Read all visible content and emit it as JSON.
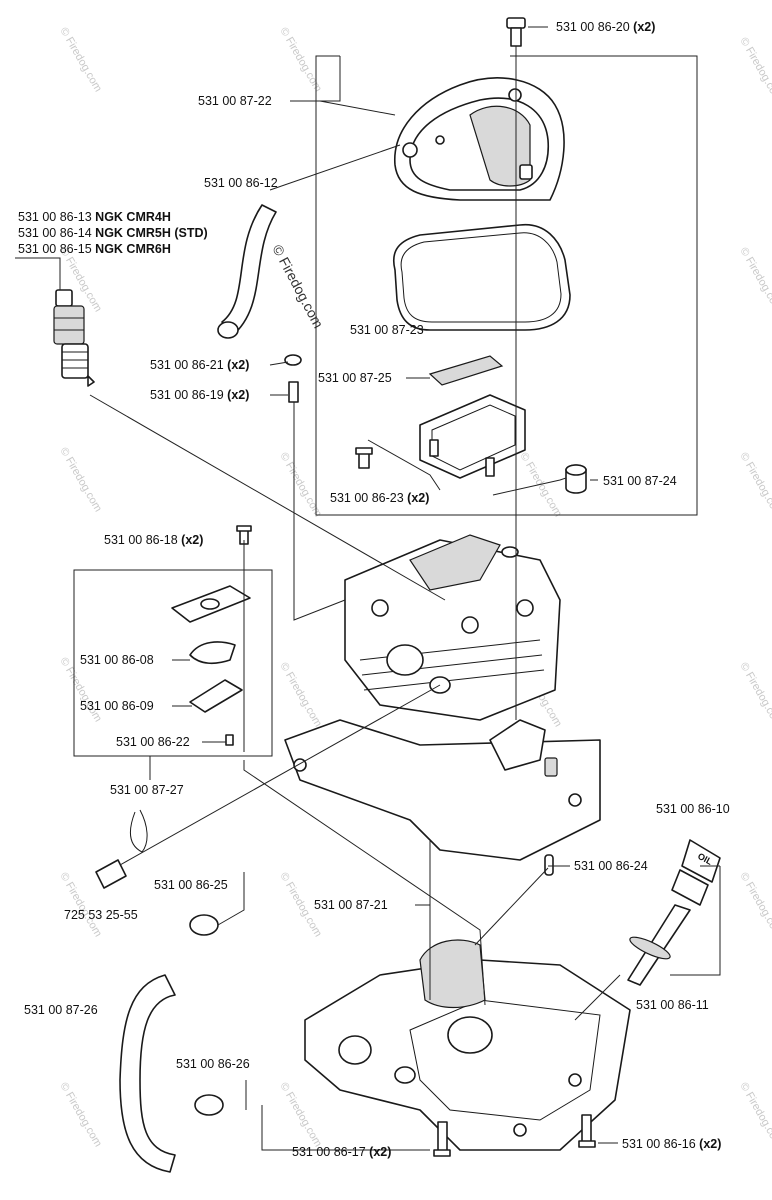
{
  "watermark": {
    "text": "© Firedog.com",
    "center_text": "© Firedog.com"
  },
  "callouts": {
    "c01": {
      "part": "531 00 86-20",
      "qty": "(x2)"
    },
    "c02": {
      "part": "531 00 87-22",
      "qty": ""
    },
    "c03": {
      "part": "531 00 86-12",
      "qty": ""
    },
    "c04": {
      "part": "531 00 87-23",
      "qty": ""
    },
    "c05": {
      "part": "531 00 86-21",
      "qty": "(x2)"
    },
    "c06": {
      "part": "531 00 86-19",
      "qty": "(x2)"
    },
    "c07": {
      "part": "531 00 87-25",
      "qty": ""
    },
    "c08": {
      "part": "531 00 86-23",
      "qty": "(x2)"
    },
    "c09": {
      "part": "531 00 87-24",
      "qty": ""
    },
    "c10": {
      "part": "531 00 86-18",
      "qty": "(x2)"
    },
    "c11": {
      "part": "531 00 86-08",
      "qty": ""
    },
    "c12": {
      "part": "531 00 86-09",
      "qty": ""
    },
    "c13": {
      "part": "531 00 86-22",
      "qty": ""
    },
    "c14": {
      "part": "531 00 87-27",
      "qty": ""
    },
    "c15": {
      "part": "531 00 86-10",
      "qty": ""
    },
    "c16": {
      "part": "531 00 86-25",
      "qty": ""
    },
    "c17": {
      "part": "725 53 25-55",
      "qty": ""
    },
    "c18": {
      "part": "531 00 86-24",
      "qty": ""
    },
    "c19": {
      "part": "531 00 87-21",
      "qty": ""
    },
    "c20": {
      "part": "531 00 87-26",
      "qty": ""
    },
    "c21": {
      "part": "531 00 86-11",
      "qty": ""
    },
    "c22": {
      "part": "531 00 86-26",
      "qty": ""
    },
    "c23": {
      "part": "531 00 86-16",
      "qty": "(x2)"
    },
    "c24": {
      "part": "531 00 86-17",
      "qty": "(x2)"
    }
  },
  "spark_plugs": [
    {
      "part": "531 00 86-13",
      "model": "NGK CMR4H"
    },
    {
      "part": "531 00 86-14",
      "model": "NGK CMR5H (STD)"
    },
    {
      "part": "531 00 86-15",
      "model": "NGK CMR6H"
    }
  ],
  "oil_cap_label": "OIL"
}
